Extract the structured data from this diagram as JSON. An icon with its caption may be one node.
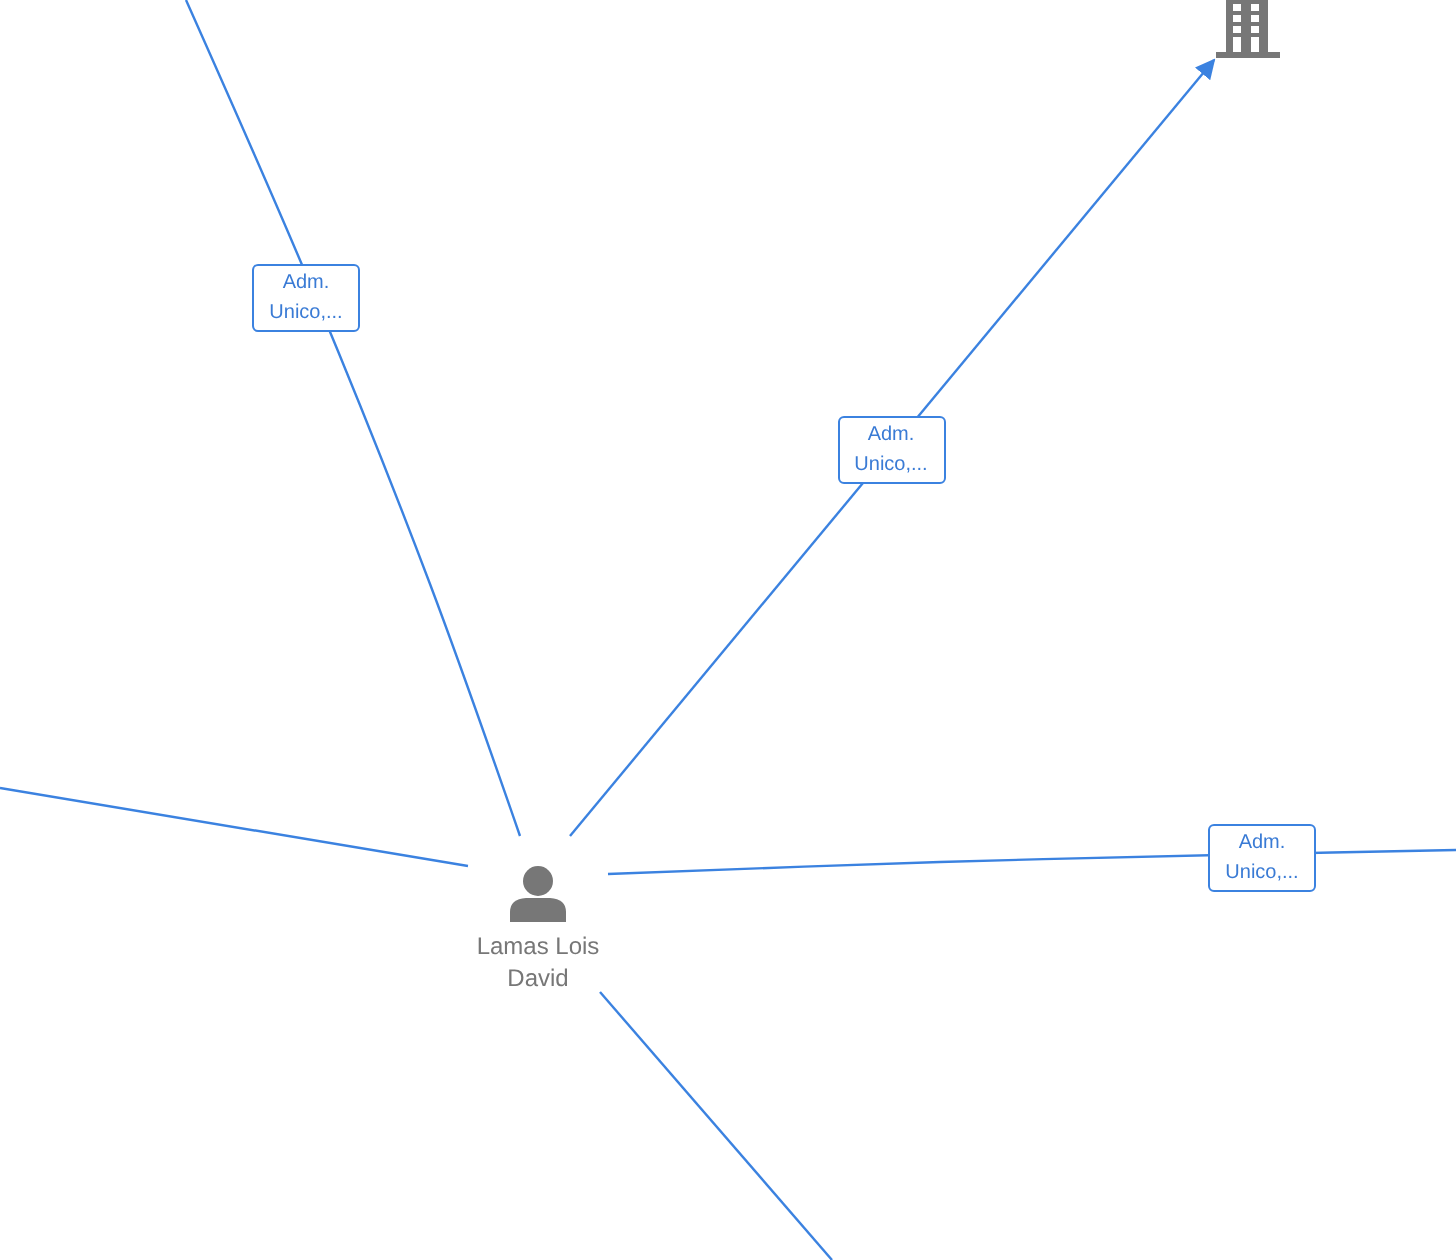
{
  "diagram": {
    "nodes": [
      {
        "text": [
          "Lamas Lois David"
        ]
      },
      {
        "text": [],
        "shape": "picture"
      }
    ],
    "edges": [
      {
        "from": 0,
        "to": null,
        "arrow": "none",
        "label": "Adm. Unico,..."
      },
      {
        "from": 0,
        "to": 1,
        "arrow": "to",
        "label": "Adm. Unico,..."
      },
      {
        "from": 0,
        "to": null,
        "arrow": "none"
      },
      {
        "from": 0,
        "to": null,
        "arrow": "none",
        "label": "Adm. Unico,..."
      },
      {
        "from": 0,
        "to": null,
        "arrow": "none"
      }
    ]
  }
}
